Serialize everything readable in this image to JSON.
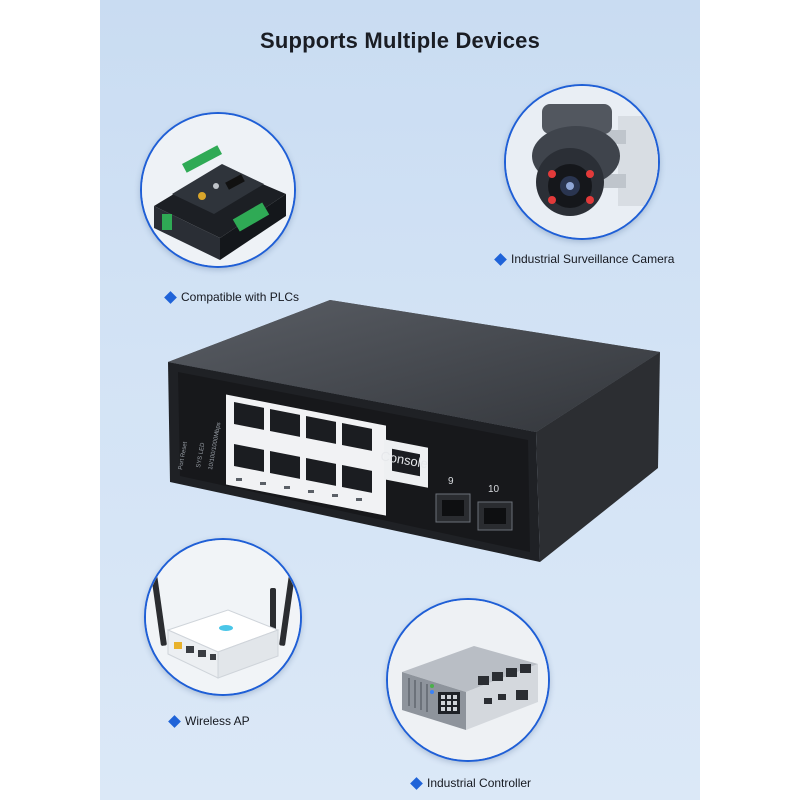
{
  "title": "Supports Multiple Devices",
  "devices": [
    {
      "label": "Compatible with PLCs",
      "icon": "plc-module-icon"
    },
    {
      "label": "Industrial Surveillance Camera",
      "icon": "security-camera-icon"
    },
    {
      "label": "Wireless AP",
      "icon": "wireless-router-icon"
    },
    {
      "label": "Industrial Controller",
      "icon": "industrial-pc-icon"
    }
  ],
  "switch": {
    "console_label": "Console",
    "sfp_port_9": "9",
    "sfp_port_10": "10"
  },
  "colors": {
    "accent": "#1f63d8",
    "background": "#d3e3f5",
    "switch_body": "#3a3c42"
  }
}
